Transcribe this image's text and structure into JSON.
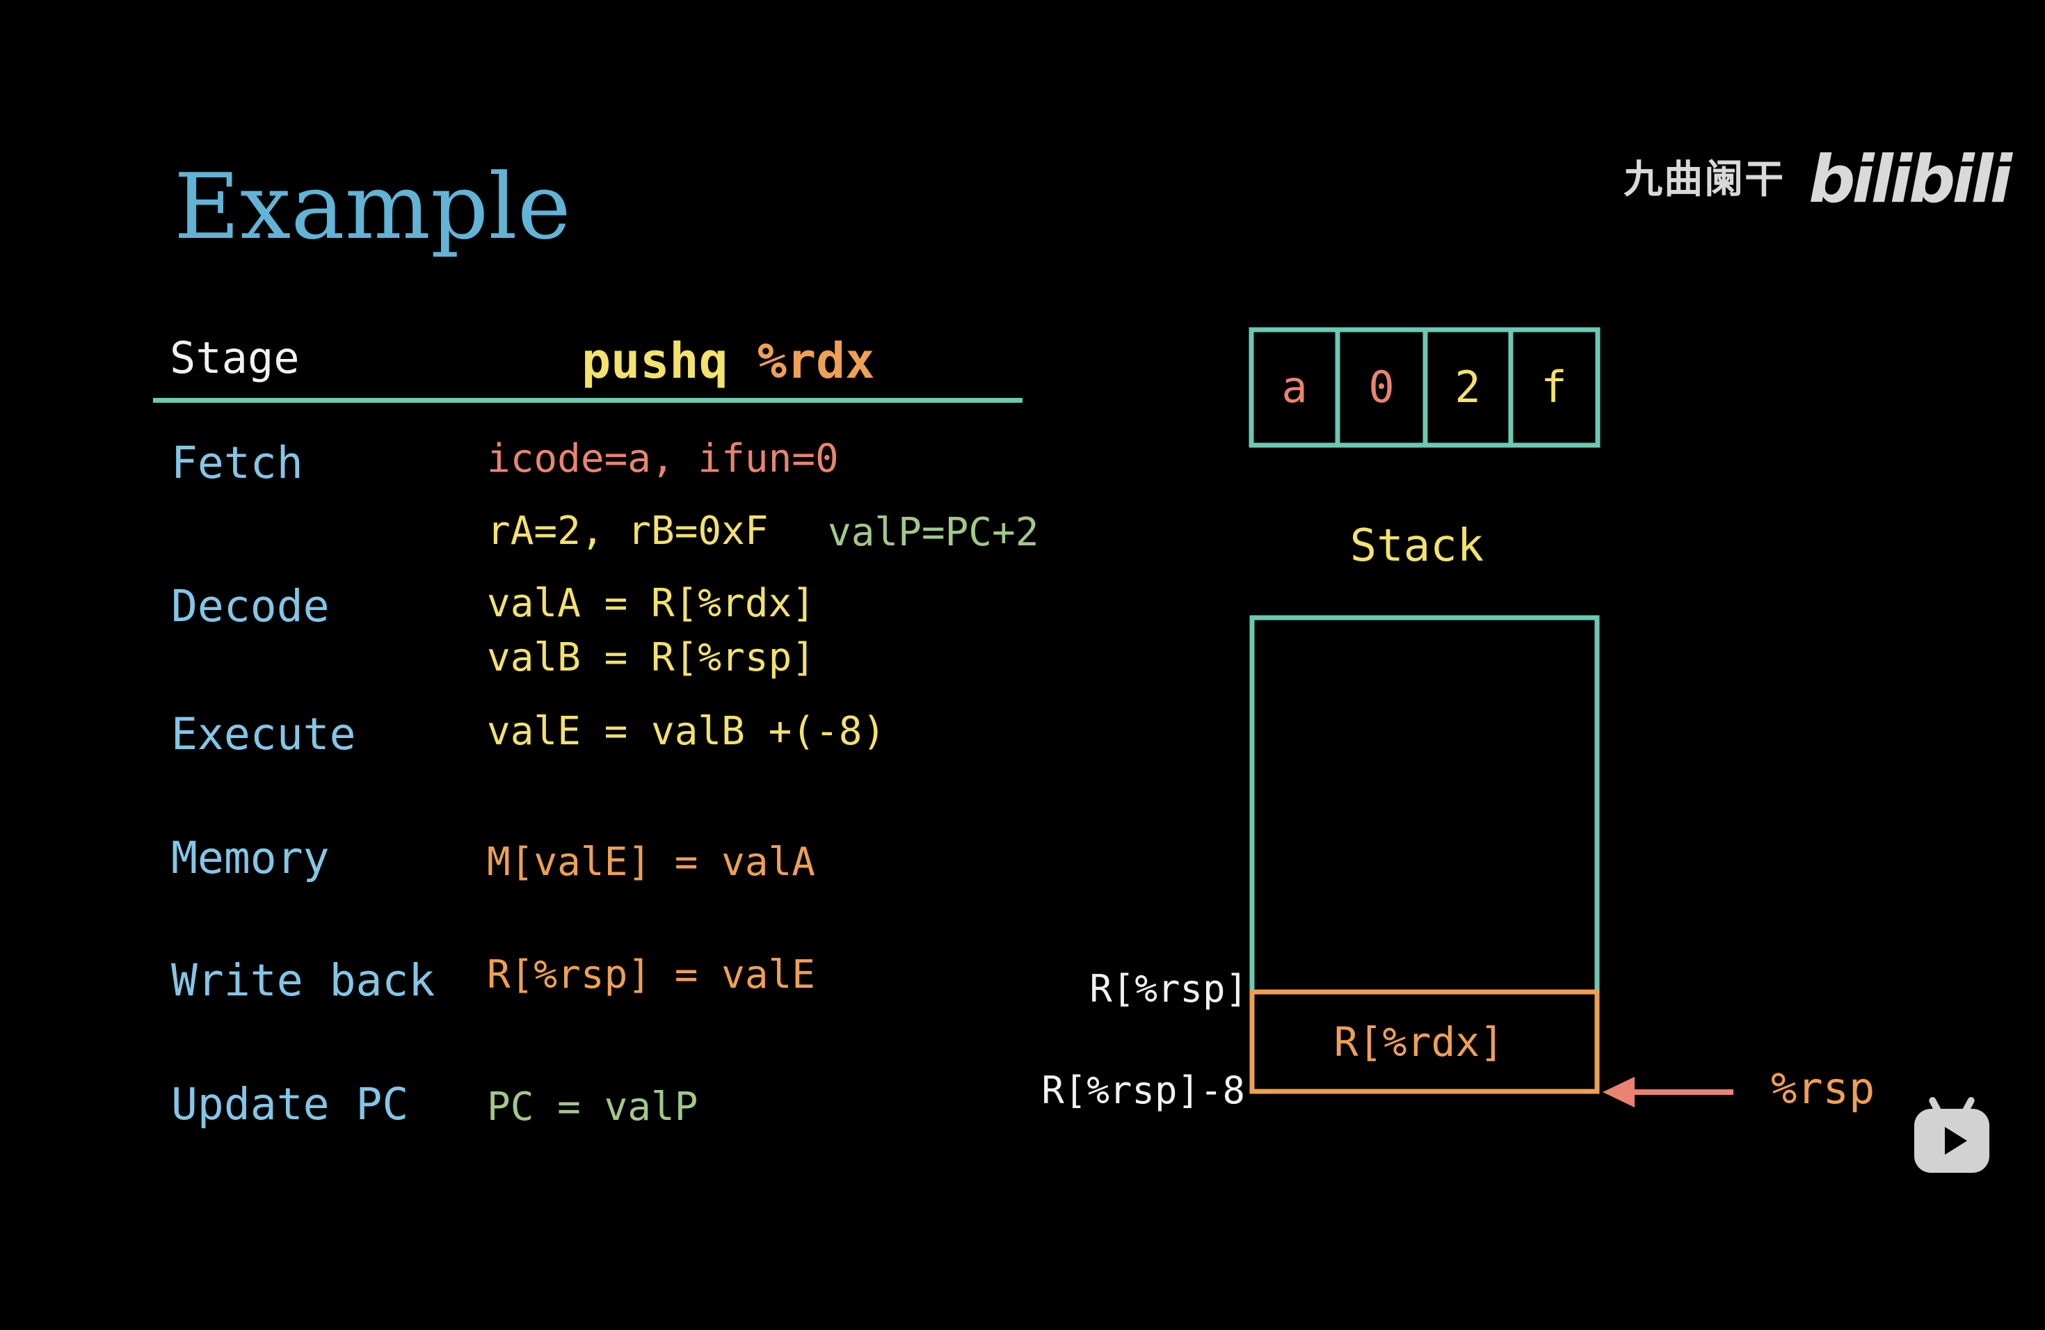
{
  "title": "Example",
  "watermark": {
    "text": "九曲阑干",
    "logo": "bilibili"
  },
  "header": {
    "stage_label": "Stage",
    "instruction_op": "pushq",
    "instruction_reg": "%rdx"
  },
  "stages": {
    "fetch": {
      "label": "Fetch",
      "line1": "icode=a, ifun=0",
      "line2a": "rA=2, rB=0xF",
      "line2b": "valP=PC+2"
    },
    "decode": {
      "label": "Decode",
      "line1": "valA = R[%rdx]",
      "line2": "valB = R[%rsp]"
    },
    "execute": {
      "label": "Execute",
      "line1": "valE = valB +(-8)"
    },
    "memory": {
      "label": "Memory",
      "line1": "M[valE] = valA"
    },
    "writeback": {
      "label": "Write back",
      "line1": "R[%rsp] = valE"
    },
    "update_pc": {
      "label": "Update PC",
      "line1": "PC = valP"
    }
  },
  "encoding": {
    "bytes": [
      "a",
      "0",
      "2",
      "f"
    ]
  },
  "stack": {
    "label": "Stack",
    "cell_value": "R[%rdx]",
    "label_top": "R[%rsp]",
    "label_bottom": "R[%rsp]-8",
    "pointer": "%rsp"
  },
  "colors": {
    "background": "#000000",
    "title": "#62b4d6",
    "stage_label": "#84c6e6",
    "teal_border": "#6cc9b2",
    "yellow": "#f3e26c",
    "orange": "#eea055",
    "salmon": "#ea8470",
    "green": "#a3c88a",
    "white": "#f2f2f2"
  }
}
